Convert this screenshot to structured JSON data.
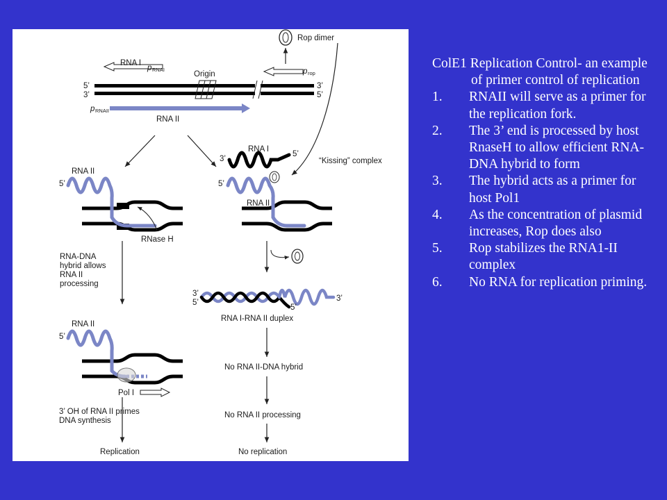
{
  "colors": {
    "background": "#3333cc",
    "figure_bg": "#ffffff",
    "rna2": "#7b86c6",
    "dna": "#000000",
    "text": "#ffffff"
  },
  "caption": {
    "title": "ColE1 Replication Control- an example of primer control of replication",
    "items": [
      {
        "num": "1.",
        "text": "RNAII will serve as a primer for the replication fork."
      },
      {
        "num": "2.",
        "text": "The 3’ end is processed by host RnaseH to allow efficient RNA-DNA hybrid to form"
      },
      {
        "num": "3.",
        "text": "The hybrid acts as a primer for host Pol1"
      },
      {
        "num": "4.",
        "text": "As the concentration of plasmid increases, Rop does also"
      },
      {
        "num": "5.",
        "text": "Rop stabilizes the RNA1-II complex"
      },
      {
        "num": "6.",
        "text": "No RNA for replication priming."
      }
    ]
  },
  "diagram": {
    "rop_dimer": "Rop dimer",
    "rna1": "RNA I",
    "p_rna1": "p",
    "p_rna1_sub": "RNAI",
    "origin": "Origin",
    "p_rop": "p",
    "p_rop_sub": "rop",
    "five_prime": "5’",
    "three_prime": "3’",
    "p_rna2": "p",
    "p_rna2_sub": "RNAII",
    "rna2": "RNA II",
    "kissing": "“Kissing” complex",
    "rnase_h": "RNase H",
    "rna_dna_1": "RNA-DNA",
    "rna_dna_2": "hybrid allows",
    "rna_dna_3": "RNA II",
    "rna_dna_4": "processing",
    "duplex": "RNA I-RNA II duplex",
    "pol1": "Pol I",
    "oh_1": "3’ OH of RNA II primes",
    "oh_2": "DNA synthesis",
    "no_hybrid": "No RNA II-DNA hybrid",
    "no_processing": "No RNA II processing",
    "replication": "Replication",
    "no_replication": "No replication"
  }
}
